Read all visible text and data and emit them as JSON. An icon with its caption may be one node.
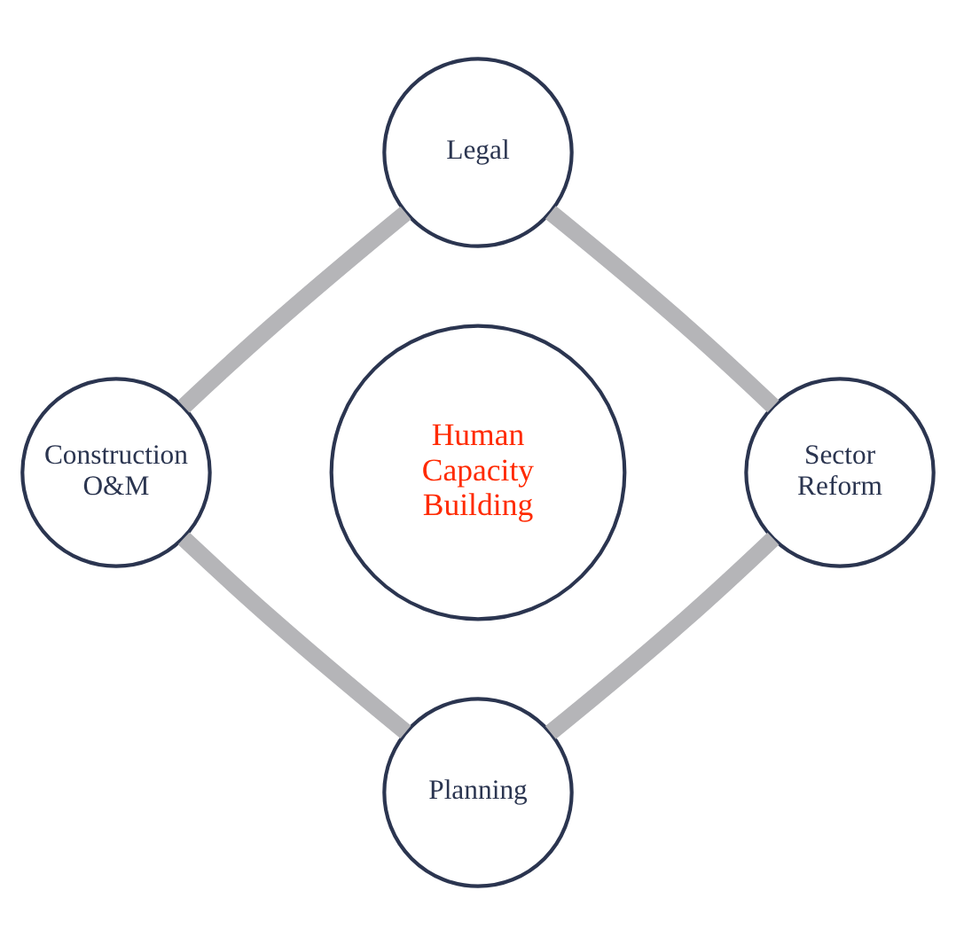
{
  "diagram": {
    "nodes": [
      {
        "text": [
          "Legal"
        ]
      },
      {
        "text": [
          "Construction O&M"
        ]
      },
      {
        "text": [
          "Human Capacity Building"
        ]
      },
      {
        "text": [
          "Sector Reform"
        ]
      },
      {
        "text": [
          "Planning"
        ]
      }
    ],
    "edges": [
      {
        "from": 0,
        "to": 3,
        "arrow": "none"
      },
      {
        "from": 3,
        "to": 4,
        "arrow": "none"
      },
      {
        "from": 4,
        "to": 1,
        "arrow": "none"
      },
      {
        "from": 1,
        "to": 0,
        "arrow": "none"
      }
    ]
  }
}
